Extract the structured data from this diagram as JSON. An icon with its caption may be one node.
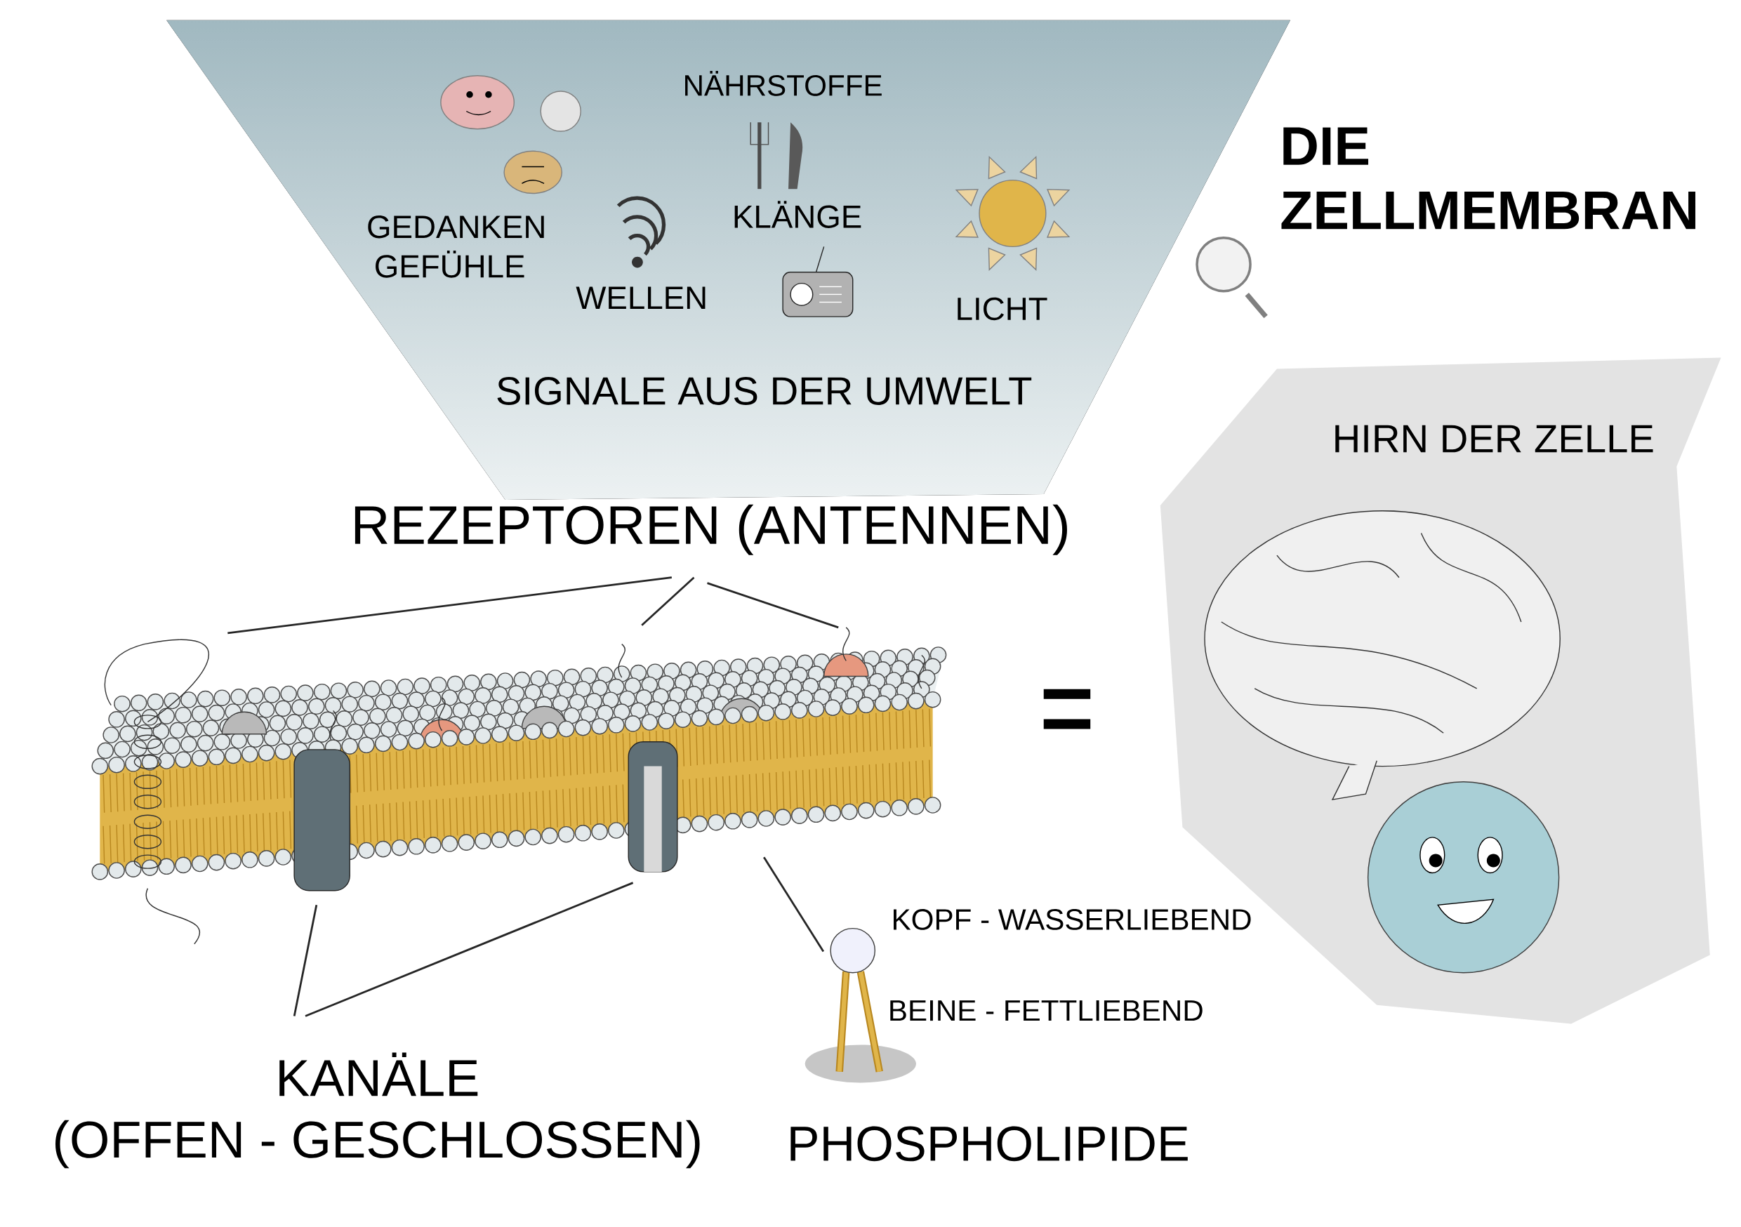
{
  "diagram": {
    "title": "DIE ZELLMEMBRAN",
    "nodes": [
      {
        "text": [
          "SIGNALE AUS DER UMWELT"
        ]
      },
      {
        "text": [
          "REZEPTOREN (ANTENNEN)"
        ]
      },
      {
        "text": [],
        "shape": "picture"
      },
      {
        "text": [
          "KANÄLE",
          "(OFFEN - GESCHLOSSEN)"
        ]
      },
      {
        "text": [],
        "shape": "picture",
        "beside": [
          "KOPF - WASSERLIEBEND",
          "BEINE - FETTLIEBEND",
          "PHOSPHOLIPIDE"
        ]
      },
      {
        "text": [
          "HIRN DER ZELLE"
        ]
      }
    ],
    "edges": [
      {
        "from": 1,
        "to": 2,
        "arrow": "none"
      },
      {
        "from": 1,
        "to": 2,
        "arrow": "none"
      },
      {
        "from": 1,
        "to": 2,
        "arrow": "none"
      },
      {
        "from": 3,
        "to": 2,
        "arrow": "none"
      },
      {
        "from": 3,
        "to": 2,
        "arrow": "none"
      },
      {
        "from": 2,
        "to": 4,
        "arrow": "none"
      }
    ],
    "labels": [
      "NÄHRSTOFFE",
      "GEDANKEN GEFÜHLE",
      "KLÄNGE",
      "WELLEN",
      "LICHT"
    ]
  }
}
